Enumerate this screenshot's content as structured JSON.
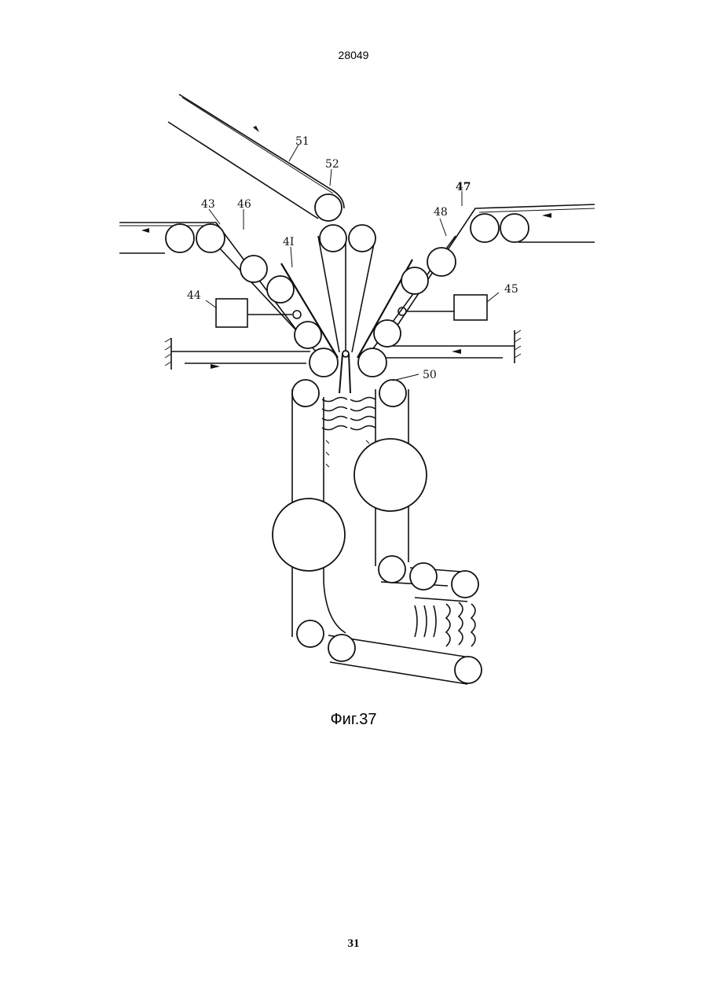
{
  "document": {
    "number": "28049",
    "caption": "Фиг.37",
    "page_number": "31"
  },
  "figure": {
    "reference_labels": [
      {
        "id": "51",
        "text": "51"
      },
      {
        "id": "52",
        "text": "52"
      },
      {
        "id": "47",
        "text": "47"
      },
      {
        "id": "43",
        "text": "43"
      },
      {
        "id": "46",
        "text": "46"
      },
      {
        "id": "48",
        "text": "48"
      },
      {
        "id": "41",
        "text": "4I"
      },
      {
        "id": "44",
        "text": "44"
      },
      {
        "id": "45",
        "text": "45"
      },
      {
        "id": "50",
        "text": "50"
      }
    ]
  }
}
